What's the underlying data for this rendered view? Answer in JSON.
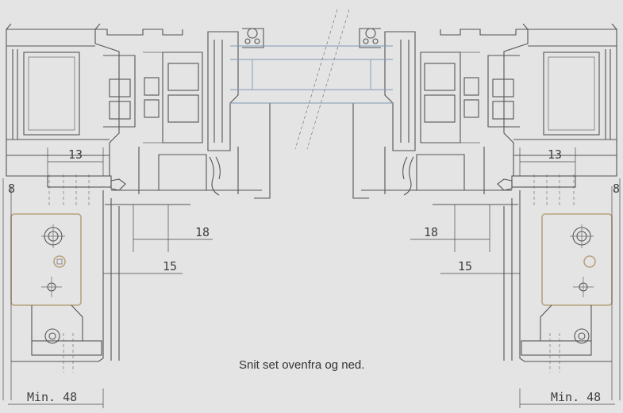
{
  "caption": "Snit set ovenfra og ned.",
  "dimensions": {
    "left": {
      "top_width": "13",
      "edge": "8",
      "offset_a": "18",
      "offset_b": "15",
      "min_width": "Min. 48"
    },
    "right": {
      "top_width": "13",
      "edge": "8",
      "offset_a": "18",
      "offset_b": "15",
      "min_width": "Min. 48"
    }
  },
  "colors": {
    "background": "#e4e4e4",
    "line": "#555555",
    "glass": "#7f97b9",
    "hinge_plate": "#b8a27d"
  }
}
